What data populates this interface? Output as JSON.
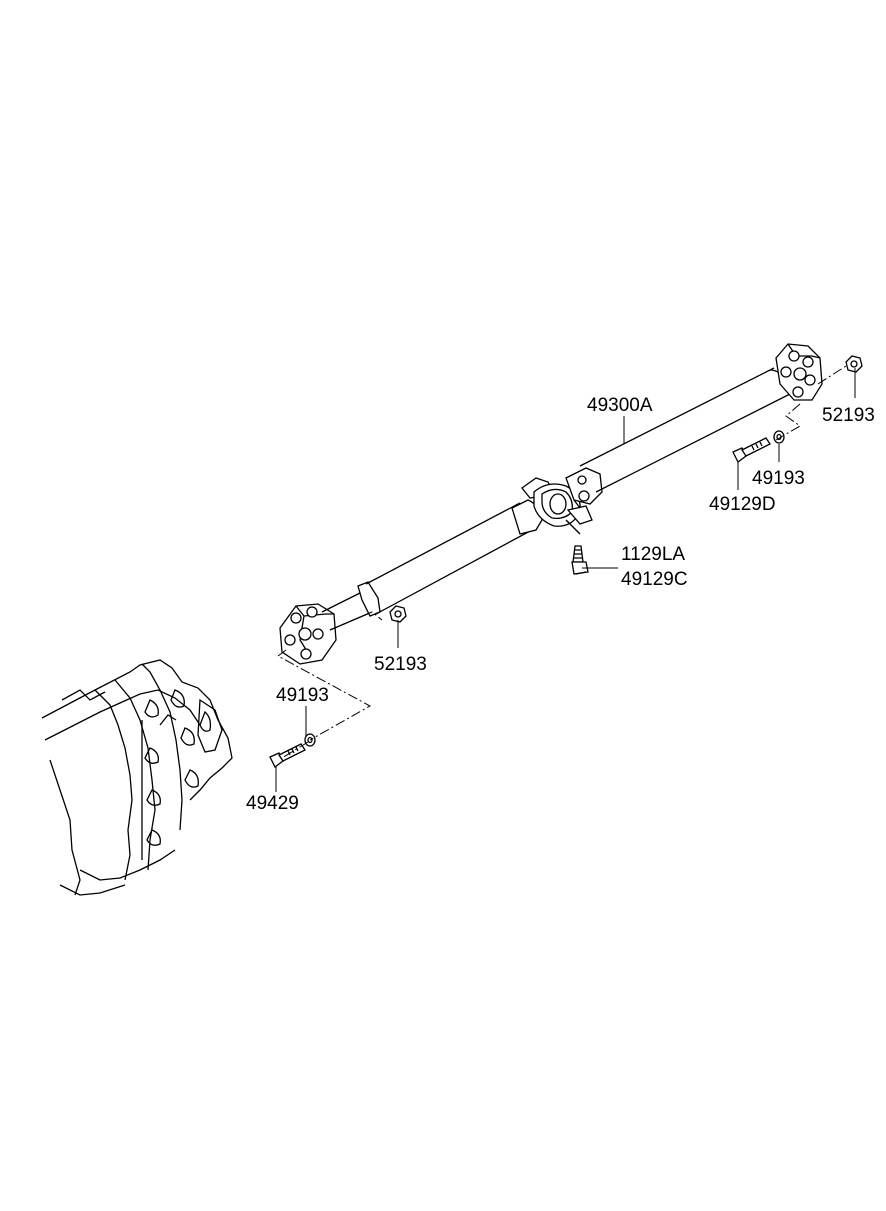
{
  "labels": {
    "shaft": "49300A",
    "nut_rear": "52193",
    "washer_rear": "49193",
    "bolt_rear": "49129D",
    "bearing_bolt": "1129LA",
    "bearing_bolt_alt": "49129C",
    "nut_front": "52193",
    "washer_front": "49193",
    "bolt_front": "49429"
  }
}
